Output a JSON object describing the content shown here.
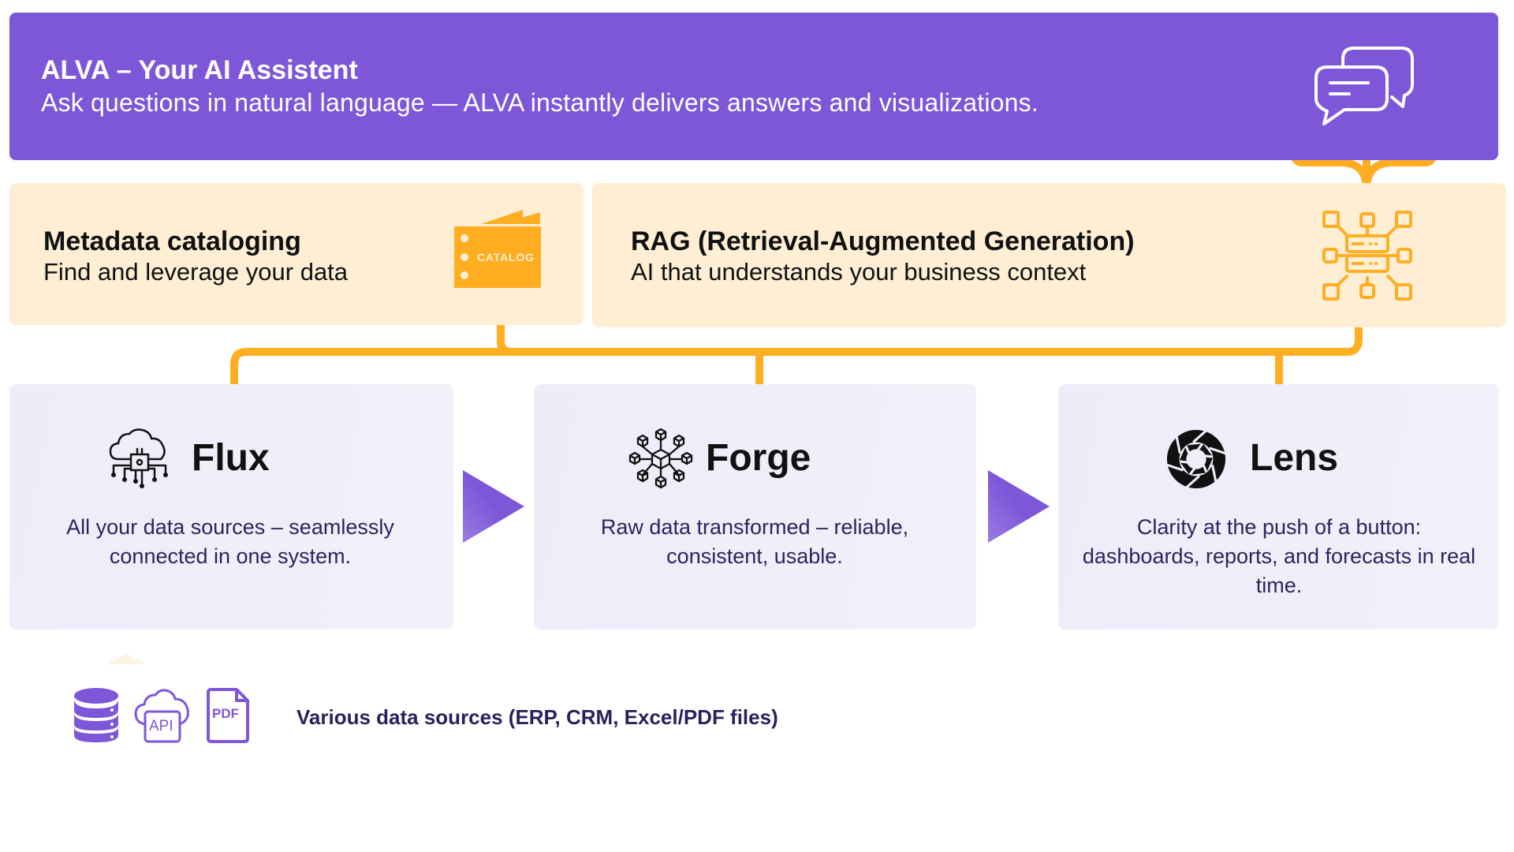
{
  "header": {
    "title": "ALVA – Your AI Assistent",
    "subtitle": "Ask questions in natural language — ALVA instantly delivers answers and visualizations.",
    "icon": "chat-bubbles-icon"
  },
  "layers": [
    {
      "title": "Metadata cataloging",
      "subtitle": "Find and leverage your data",
      "icon": "catalog-icon",
      "icon_label": "CATALOG"
    },
    {
      "title": "RAG (Retrieval-Augmented Generation)",
      "subtitle": "AI that understands your business context",
      "icon": "server-network-icon"
    }
  ],
  "stages": [
    {
      "title": "Flux",
      "icon": "cloud-chip-icon",
      "description": "All your data sources – seamlessly connected in one system."
    },
    {
      "title": "Forge",
      "icon": "cube-network-icon",
      "description": "Raw data transformed – reliable, consistent, usable."
    },
    {
      "title": "Lens",
      "icon": "aperture-icon",
      "description": "Clarity at the push of a button: dashboards, reports, and forecasts in real time."
    }
  ],
  "sources": {
    "label": "Various data sources (ERP, CRM, Excel/PDF files)",
    "icons": [
      "database-icon",
      "cloud-api-icon",
      "pdf-file-icon"
    ],
    "api_text": "API",
    "pdf_text": "PDF"
  },
  "colors": {
    "primary_purple": "#7e57d9",
    "accent_orange": "#ffae22",
    "cream": "#fdeed4",
    "lavender": "#f0edf9",
    "text_dark": "#2d2260"
  }
}
